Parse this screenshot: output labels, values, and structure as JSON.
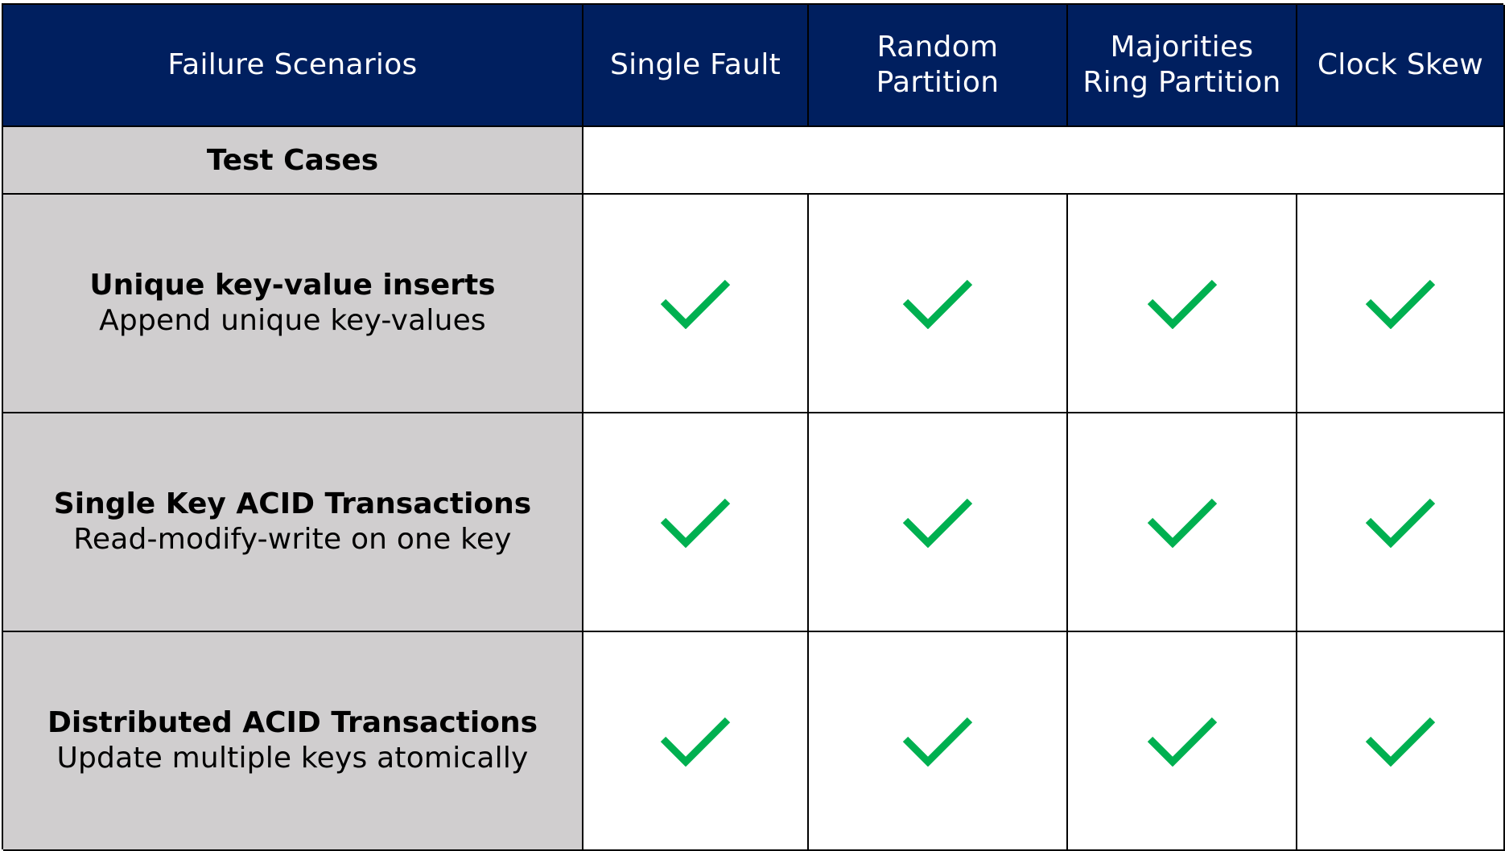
{
  "header": {
    "scenarios_label": "Failure Scenarios",
    "columns": [
      "Single Fault",
      "Random Partition",
      "Majorities Ring Partition",
      "Clock Skew"
    ]
  },
  "test_cases_label": "Test Cases",
  "rows": [
    {
      "title": "Unique key-value inserts",
      "description": "Append unique key-values",
      "results": [
        "pass",
        "pass",
        "pass",
        "pass"
      ]
    },
    {
      "title": "Single Key ACID Transactions",
      "description": "Read-modify-write on one key",
      "results": [
        "pass",
        "pass",
        "pass",
        "pass"
      ]
    },
    {
      "title": "Distributed ACID Transactions",
      "description": "Update multiple keys atomically",
      "results": [
        "pass",
        "pass",
        "pass",
        "pass"
      ]
    }
  ],
  "colors": {
    "header_bg": "#001f5f",
    "header_text": "#ffffff",
    "label_bg": "#d0cecf",
    "check": "#00b050"
  },
  "icons": {
    "pass": "checkmark-icon"
  }
}
